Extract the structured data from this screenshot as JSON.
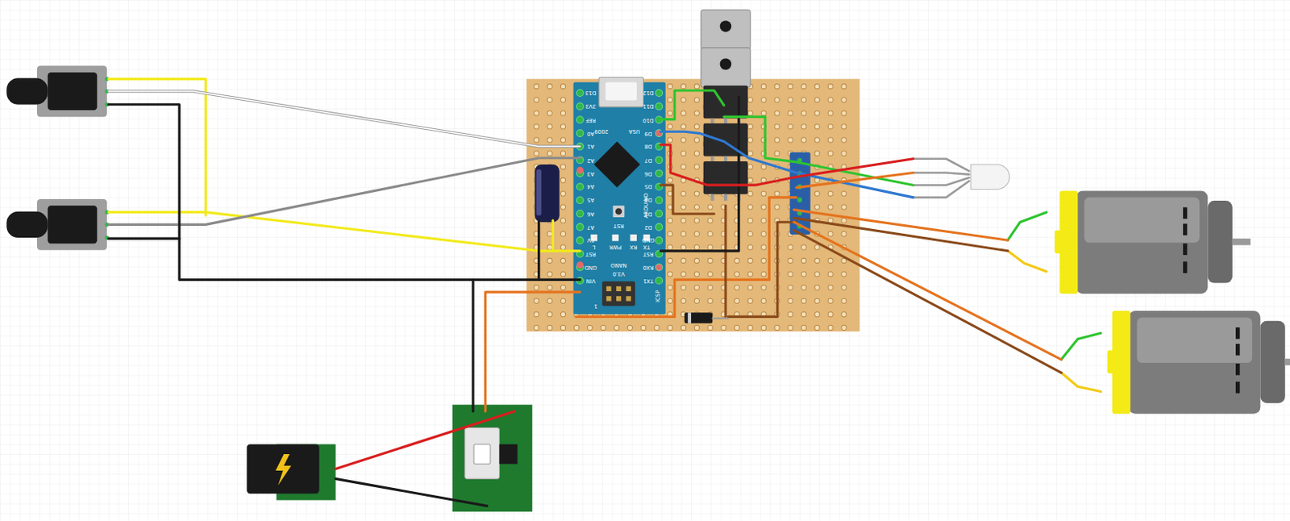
{
  "diagram": {
    "labels": [
      "D13",
      "3V3",
      "REF",
      "A0",
      "A1",
      "A2",
      "A3",
      "A4",
      "A5",
      "A6",
      "A7",
      "5V",
      "RST",
      "GND",
      "VIN",
      "D12",
      "D11",
      "D10",
      "D9",
      "D8",
      "D7",
      "D6",
      "D5",
      "D4",
      "D3",
      "D2",
      "GND",
      "RST",
      "RX0",
      "TX1",
      "2009",
      "USA",
      "RST",
      "ARDUINO",
      "NANO",
      "V3.0",
      "PWR",
      "L",
      "RX",
      "TX",
      "ICSP",
      "1"
    ]
  }
}
